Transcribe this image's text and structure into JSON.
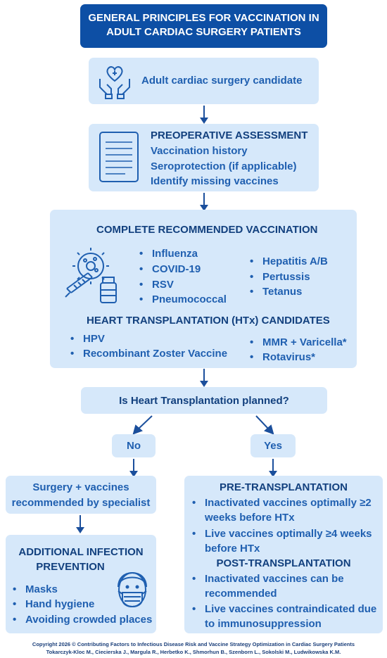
{
  "title": {
    "line1": "GENERAL PRINCIPLES FOR VACCINATION IN",
    "line2": "ADULT CARDIAC SURGERY PATIENTS"
  },
  "candidate": {
    "label": "Adult cardiac surgery candidate",
    "icon": "heart-care-hands-icon"
  },
  "preoperative": {
    "heading": "PREOPERATIVE ASSESSMENT",
    "items": [
      "Vaccination history",
      "Seroprotection (if applicable)",
      "Identify missing vaccines"
    ],
    "icon": "document-icon"
  },
  "vaccination": {
    "heading": "COMPLETE RECOMMENDED VACCINATION",
    "icon": "virus-syringe-vial-icon",
    "col1": [
      "Influenza",
      "COVID-19",
      "RSV",
      "Pneumococcal"
    ],
    "col2": [
      "Hepatitis A/B",
      "Pertussis",
      "Tetanus"
    ],
    "htx_heading": "HEART TRANSPLANTATION (HTx) CANDIDATES",
    "htx_col1": [
      "HPV",
      "Recombinant Zoster Vaccine"
    ],
    "htx_col2": [
      "MMR + Varicella*",
      "Rotavirus*"
    ]
  },
  "question": "Is Heart Transplantation planned?",
  "no": {
    "label": "No",
    "result_line1": "Surgery + vaccines",
    "result_line2": "recommended by specialist",
    "prevention_line1": "ADDITIONAL INFECTION",
    "prevention_line2": "PREVENTION",
    "prevention_items": [
      "Masks",
      "Hand hygiene",
      "Avoiding crowded places"
    ],
    "icon": "masked-face-icon"
  },
  "yes": {
    "label": "Yes",
    "pre_heading": "PRE-TRANSPLANTATION",
    "pre_items": [
      [
        "Inactivated vaccines optimally ≥2",
        "weeks before HTx"
      ],
      [
        "Live vaccines optimally ≥4 weeks",
        "before HTx"
      ]
    ],
    "post_heading": "POST-TRANSPLANTATION",
    "post_items": [
      [
        "Inactivated vaccines can be",
        "recommended"
      ],
      [
        "Live vaccines contraindicated due",
        "to immunosuppression"
      ]
    ]
  },
  "footer": {
    "line1": "Copyright 2026 © Contributing Factors to Infectious Disease Risk and Vaccine Strategy Optimization in Cardiac Surgery Patients",
    "line2": "Tokarczyk-Kloc M., Ciecierska J., Margula R., Herbetko K., Shmorhun B., Szenborn L., Sokolski M., Ludwikowska K.M."
  },
  "colors": {
    "title_bg": "#0d4fa5",
    "box_bg": "#d6e8fa",
    "text": "#1f5fb0",
    "arrow": "#1b4f9c"
  }
}
